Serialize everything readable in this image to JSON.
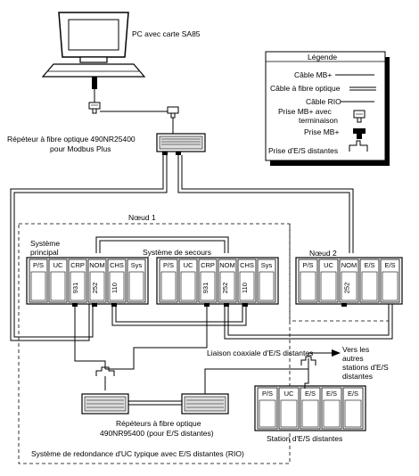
{
  "pc": {
    "label": "PC avec carte SA85"
  },
  "repeater_top": {
    "label_line1": "Répéteur à fibre optique 490NR25400",
    "label_line2": "pour Modbus Plus"
  },
  "legend": {
    "title": "Légende",
    "items": [
      {
        "label": "Câble MB+",
        "icon": "single-line"
      },
      {
        "label": "Câble à fibre optique",
        "icon": "double-line"
      },
      {
        "label": "Câble RIO",
        "icon": "single-line"
      },
      {
        "label_line1": "Prise MB+ avec",
        "label_line2": "terminaison",
        "icon": "terminated-tap-icon"
      },
      {
        "label": "Prise MB+",
        "icon": "mbplus-tap-icon"
      },
      {
        "label": "Prise d'E/S distantes",
        "icon": "rio-tap-icon"
      }
    ]
  },
  "node1": {
    "label": "Nœud 1"
  },
  "node2": {
    "label": "Nœud 2"
  },
  "primary": {
    "label_line1": "Système",
    "label_line2": "principal"
  },
  "standby": {
    "label": "Système de secours"
  },
  "rack_primary": {
    "modules": [
      {
        "top": "P/S",
        "side": ""
      },
      {
        "top": "UC",
        "side": ""
      },
      {
        "top": "CRP",
        "side": "931"
      },
      {
        "top": "NOM",
        "side": "252"
      },
      {
        "top": "CHS",
        "side": "110"
      },
      {
        "top": "Sys",
        "side": ""
      }
    ]
  },
  "rack_standby": {
    "modules": [
      {
        "top": "P/S",
        "side": ""
      },
      {
        "top": "UC",
        "side": ""
      },
      {
        "top": "CRP",
        "side": "931"
      },
      {
        "top": "NOM",
        "side": "252"
      },
      {
        "top": "CHS",
        "side": "110"
      },
      {
        "top": "Sys",
        "side": ""
      }
    ]
  },
  "rack_node2": {
    "modules": [
      {
        "top": "P/S",
        "side": ""
      },
      {
        "top": "UC",
        "side": ""
      },
      {
        "top": "NOM",
        "side": "252"
      },
      {
        "top": "E/S",
        "side": ""
      },
      {
        "top": "E/S",
        "side": ""
      }
    ]
  },
  "rio_station": {
    "modules": [
      {
        "top": "P/S"
      },
      {
        "top": "UC"
      },
      {
        "top": "E/S"
      },
      {
        "top": "E/S"
      },
      {
        "top": "E/S"
      }
    ],
    "label": "Station d'E/S distantes"
  },
  "rio_link": {
    "label": "Liaison coaxiale d'E/S distantes"
  },
  "other_stations": {
    "line1": "Vers les",
    "line2": "autres",
    "line3": "stations d'E/S",
    "line4": "distantes"
  },
  "repeater_bottom": {
    "label_line1": "Répéteurs à fibre optique",
    "label_line2": "490NR95400 (pour E/S distantes)"
  },
  "caption": "Système de redondance d'UC typique avec E/S distantes (RIO)"
}
